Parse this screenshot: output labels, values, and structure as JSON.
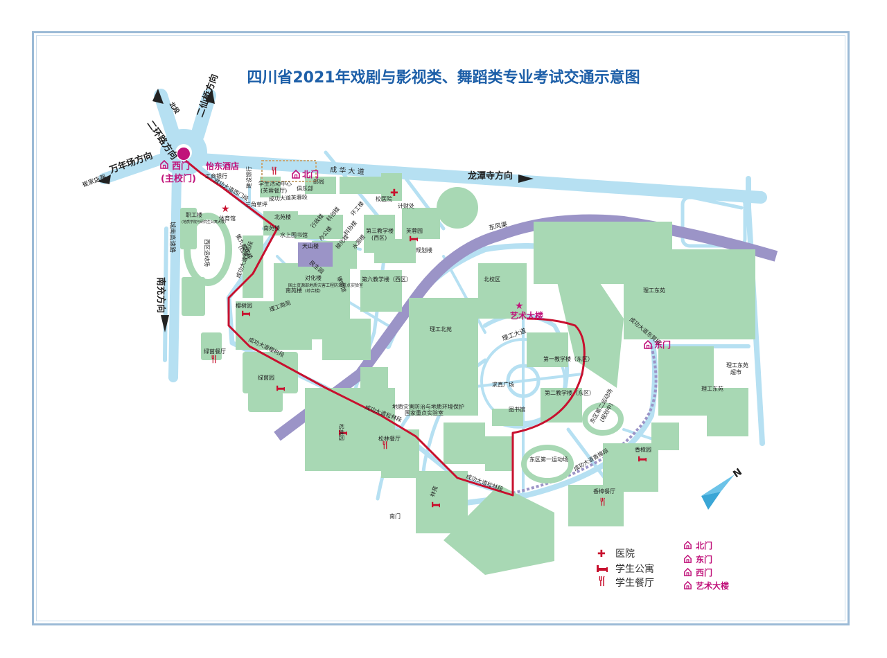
{
  "title": "四川省2021年戏剧与影视类、舞蹈类专业考试交通示意图",
  "colors": {
    "road": "#b6e0f2",
    "road_edge": "#9fd0e8",
    "building": "#a8d8b4",
    "route": "#c8102e",
    "gate": "#c0127a",
    "channel": "#9b94c7",
    "title": "#1d5fa8"
  },
  "roads": {
    "erhuan": "二环路方向",
    "erhuan_sub": "北段",
    "erxianqiao": "二仙桥方向",
    "wannianchang": "万年场方向",
    "cuijiadian": "崔家店路",
    "nanchong": "南充方向",
    "chengnan": "城南高速路",
    "longtansi": "龙潭寺方向",
    "chenghua": "成 华 大 道",
    "dongfengqu": "东风渠",
    "road_ligong": "理工大道"
  },
  "gates": {
    "west": "西门",
    "west_sub": "(主校门)",
    "north": "北门",
    "east": "东门",
    "art": "艺术大楼"
  },
  "places": {
    "hotel": "怡东酒店",
    "bank": "工商银行",
    "bank2": "建设银行",
    "activity": "学生活动中心",
    "activity_sub": "(芙蓉餐厅)",
    "club": "俱乐部",
    "post": "邮局",
    "avenue_furong": "成功大道芙蓉段",
    "avenue_west": "成功大道西门段",
    "sanjiao": "三角草坪",
    "hospital": "校医院",
    "jicai": "计财处",
    "gym": "体育馆",
    "zhigong": "职工楼",
    "zhigong_note": "(地质学院与研究生公寓大楼)",
    "xiyun": "西区运动场",
    "beiyuan": "北苑楼",
    "nanyuan": "南苑楼",
    "shuishang": "水上图书馆",
    "tianshan": "天山楼",
    "xingzheng": "行政楼",
    "kechuang": "科创楼",
    "bangong": "办公楼",
    "huanjing": "环工楼",
    "kexie": "科协楼",
    "shuiyuan": "水源楼",
    "jiao3": "第三教学楼",
    "jiao3_sub": "(西区)",
    "furongyuan": "芙蓉园",
    "guihua": "规划楼",
    "tihua": "梯化楼",
    "jiao9": "第九教学楼",
    "jiao9_sub": "(西区)",
    "avenue_xibei": "成功大道东苑段",
    "minsheng": "民生园",
    "jiao6": "第六教学楼（西区）",
    "duihua": "对化楼",
    "lab_note": "国土资源部地质灾害工程防治重点实验室",
    "lab_note2": "(综合楼)",
    "bowuguan": "博物馆",
    "nanyuanlou": "南苑楼",
    "ligongnanyuan": "理工南苑",
    "yingshu": "樱树园",
    "lvyin": "绿茵餐厅",
    "avenue_yingshu": "成功大道樱树段",
    "lvyinyuan": "绿茵园",
    "ligongbei": "理工北苑",
    "beixiaoqu": "北校区",
    "ligongdong": "理工东苑",
    "avenue_east": "成功大道东苑段",
    "jiao1": "第一教学楼（东区）",
    "qiuzhen": "求真广场",
    "jiao2": "第二教学楼（东区）",
    "library": "图书馆",
    "dongsport2": "东区第二运动场",
    "dongsport2_sub": "(规划中)",
    "market": "理工东苑",
    "market_sub": "超市",
    "ligongdongyuan2": "理工东苑",
    "dizhen": "地质灾害防治与地质环境保护",
    "dizhen_sub": "国家重点实验室",
    "avenue_songlin_w": "成功大道松林段",
    "songlinyuan": "松林园",
    "songlin_canteen": "松林餐厅",
    "dongsport1": "东区第一运动场",
    "avenue_xiangzhang": "成功大道香樟段",
    "xiangzhangyuan": "香樟园",
    "xiangzhang_canteen": "香樟餐厅",
    "nanmen": "南门",
    "avenue_songlin_e": "成功大道松林段",
    "linyuan": "林苑",
    "compass": "N"
  },
  "legend": {
    "hospital": "医院",
    "dorm": "学生公寓",
    "canteen": "学生餐厅",
    "north": "北门",
    "east": "东门",
    "west": "西门",
    "art": "艺术大楼"
  }
}
